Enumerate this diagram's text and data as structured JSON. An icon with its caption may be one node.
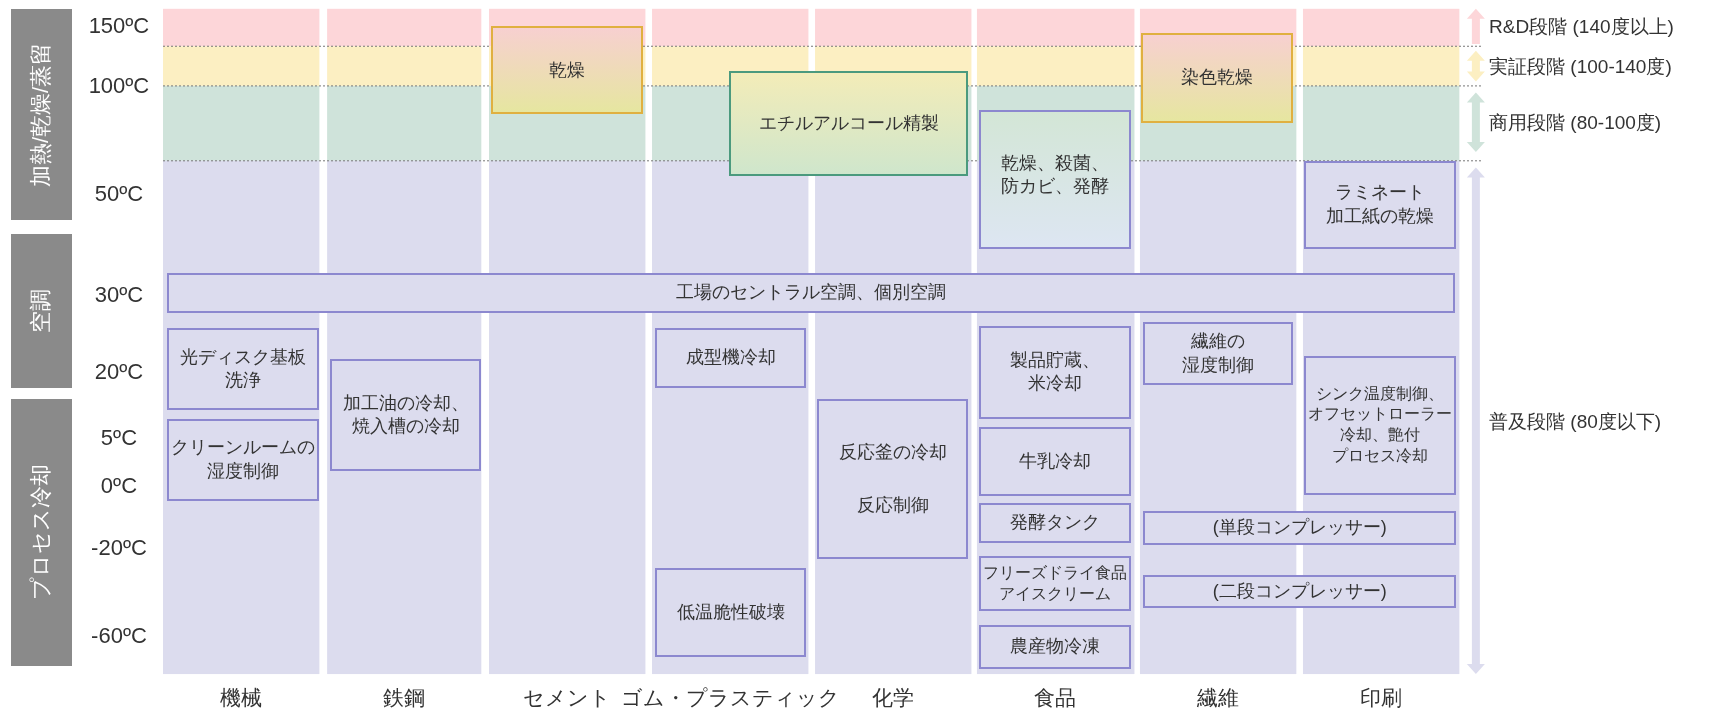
{
  "diagram": {
    "nodes": [
      {
        "text": [
          "加熱/乾燥/蒸留"
        ]
      },
      {
        "text": [
          "空調"
        ]
      },
      {
        "text": [
          "プロセス冷却"
        ]
      },
      {
        "text": [
          "乾燥"
        ]
      },
      {
        "text": [
          "エチルアルコール精製"
        ]
      },
      {
        "text": [
          "染色乾燥"
        ]
      },
      {
        "text": [
          "乾燥、殺菌、防カビ、発酵"
        ]
      },
      {
        "text": [
          "ラミネート加工紙の乾燥"
        ]
      },
      {
        "text": [
          "工場のセントラル空調、個別空調"
        ]
      },
      {
        "text": [
          "光ディスク基板洗浄"
        ]
      },
      {
        "text": [
          "加工油の冷却、焼入槽の冷却"
        ]
      },
      {
        "text": [
          "成型機冷却"
        ]
      },
      {
        "text": [
          "製品貯蔵、米冷却"
        ]
      },
      {
        "text": [
          "繊維の湿度制御"
        ]
      },
      {
        "text": [
          "シンク温度制御、オフセットローラー冷却、艶付プロセス冷却"
        ]
      },
      {
        "text": [
          "クリーンルームの湿度制御"
        ]
      },
      {
        "text": [
          "反応釜の冷却",
          "反応制御"
        ]
      },
      {
        "text": [
          "牛乳冷却"
        ]
      },
      {
        "text": [
          "発酵タンク"
        ]
      },
      {
        "text": [
          "(単段コンプレッサー)"
        ]
      },
      {
        "text": [
          "フリーズドライ食品",
          "アイスクリーム"
        ]
      },
      {
        "text": [
          "(二段コンプレッサー)"
        ]
      },
      {
        "text": [
          "低温脆性破壊"
        ]
      },
      {
        "text": [
          "農産物冷凍"
        ]
      }
    ],
    "labels": [
      "150ºC",
      "100ºC",
      "50ºC",
      "30ºC",
      "20ºC",
      "5ºC",
      "0ºC",
      "-20ºC",
      "-60ºC",
      "機械",
      "鉄鋼",
      "セメント",
      "ゴム・プラスティック",
      "化学",
      "食品",
      "繊維",
      "印刷"
    ],
    "legend": [
      {
        "text": "R&D段階 (140度以上)",
        "color": "#fdd6d9"
      },
      {
        "text": "実証段階 (100-140度)",
        "color": "#fcefc2"
      },
      {
        "text": "商用段階 (80-100度)",
        "color": "#cfe3da"
      },
      {
        "text": "普及段階 (80度以下)",
        "color": "#dcdcee"
      }
    ]
  }
}
